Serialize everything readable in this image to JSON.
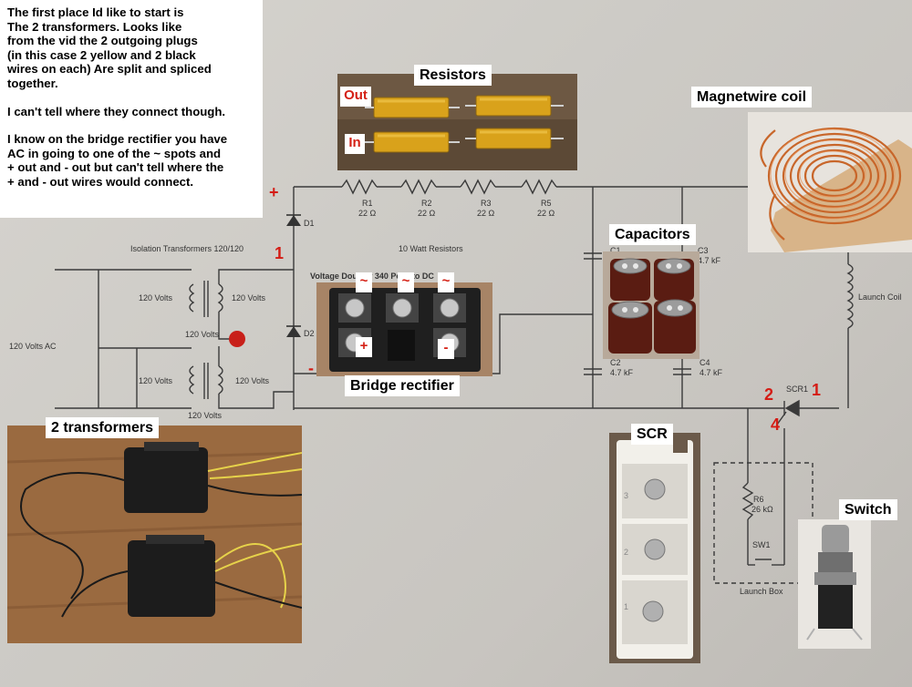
{
  "note": {
    "para1": "The first place Id like to start is\nThe 2 transformers.  Looks like\nfrom the vid the 2 outgoing plugs\n(in this case 2 yellow and 2 black\nwires on each) Are split and spliced\ntogether.",
    "para2": "I can't tell where they connect though.",
    "para3": "I know on the bridge rectifier you have\nAC in going to one of the ~ spots and\n + out and - out but can't tell where the\n + and - out wires would connect."
  },
  "photo_labels": {
    "resistors": "Resistors",
    "magnetwire": "Magnetwire coil",
    "capacitors": "Capacitors",
    "bridge": "Bridge rectifier",
    "transformers": "2 transformers",
    "scr": "SCR",
    "switch": "Switch"
  },
  "resistor_photo": {
    "out": "Out",
    "in": "In"
  },
  "bridge_marks": {
    "tilde": "~",
    "plus": "+",
    "minus": "-"
  },
  "scr_pins": [
    "3",
    "2",
    "1"
  ],
  "handwritten": {
    "plus": "+",
    "one": "1",
    "minus": "-",
    "pin2": "2",
    "pin1": "1",
    "pin4": "4"
  },
  "schematic": {
    "iso_title": "Isolation Transformers 120/120",
    "v_tl": "120 Volts",
    "v_tr": "120 Volts",
    "v_mid": "120 Volts",
    "v_bl": "120 Volts",
    "v_br": "120 Volts",
    "v_bot": "120 Volts",
    "ac_in": "120 Volts AC",
    "d1": "D1",
    "d2": "D2",
    "r1": "R1",
    "r2": "R2",
    "r3": "R3",
    "r5": "R5",
    "r_val": "22 Ω",
    "ten_watt": "10 Watt Resistors",
    "doubler": "Voltage Doubler 340 Peak to DC",
    "c1": "C1",
    "c2": "C2",
    "c3": "C3",
    "c4": "C4",
    "c3_val": "4.7 kF",
    "c2_val": "4.7 kF",
    "c4_val": "4.7 kF",
    "launch_coil": "Launch Coil",
    "scr1": "SCR1",
    "r6": "R6",
    "r6_val": "26 kΩ",
    "sw1": "SW1",
    "launch_box": "Launch Box"
  },
  "colors": {
    "red_annotation": "#d41c15",
    "resistor_gold": "#d9a21b",
    "copper": "#c8662a",
    "capacitor_brown": "#5a1c12"
  }
}
